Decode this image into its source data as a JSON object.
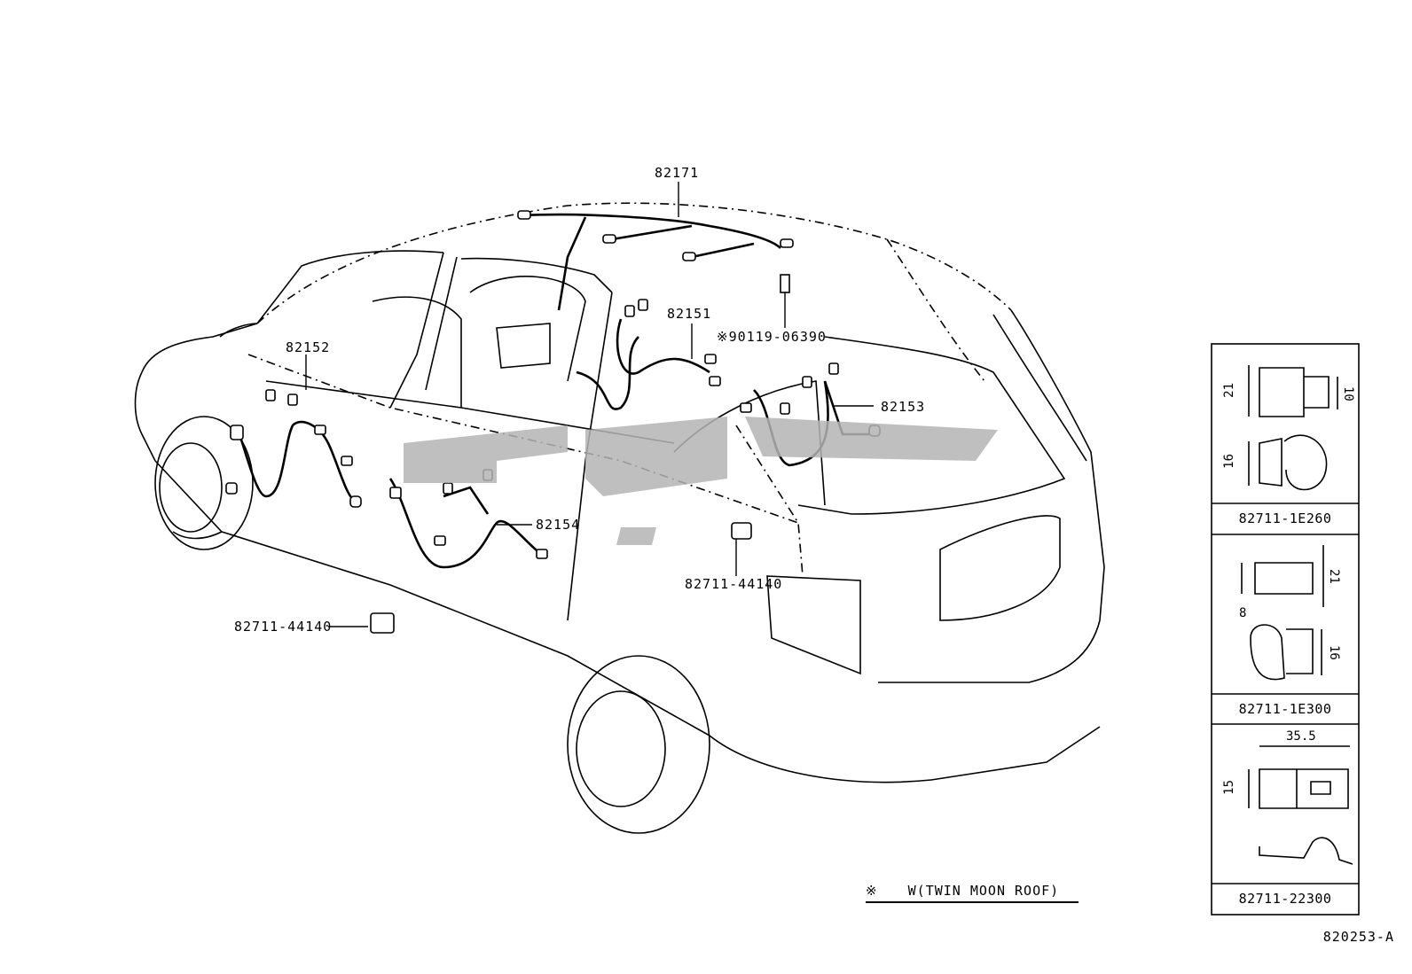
{
  "diagram_title": "",
  "callouts": {
    "roof_harness": "82171",
    "front_left_door_harness": "82152",
    "front_right_door_harness": "82151",
    "rear_left_door_harness": "82154",
    "rear_right_door_harness": "82153",
    "bolt_part": "※90119-06390",
    "clip_left": "82711-44140",
    "clip_right": "82711-44140"
  },
  "side_panel": {
    "parts": [
      {
        "label": "82711-1E260",
        "dims": [
          "21",
          "10",
          "16"
        ]
      },
      {
        "label": "82711-1E300",
        "dims": [
          "21",
          "8",
          "16"
        ]
      },
      {
        "label": "82711-22300",
        "dims": [
          "35.5",
          "15"
        ]
      }
    ]
  },
  "footnote": {
    "symbol": "※",
    "text": "W(TWIN MOON ROOF)"
  },
  "figure_ref": "820253-A",
  "watermark": {
    "color": "#b4b4b4",
    "description_icon": "arabic-logo-watermark"
  }
}
